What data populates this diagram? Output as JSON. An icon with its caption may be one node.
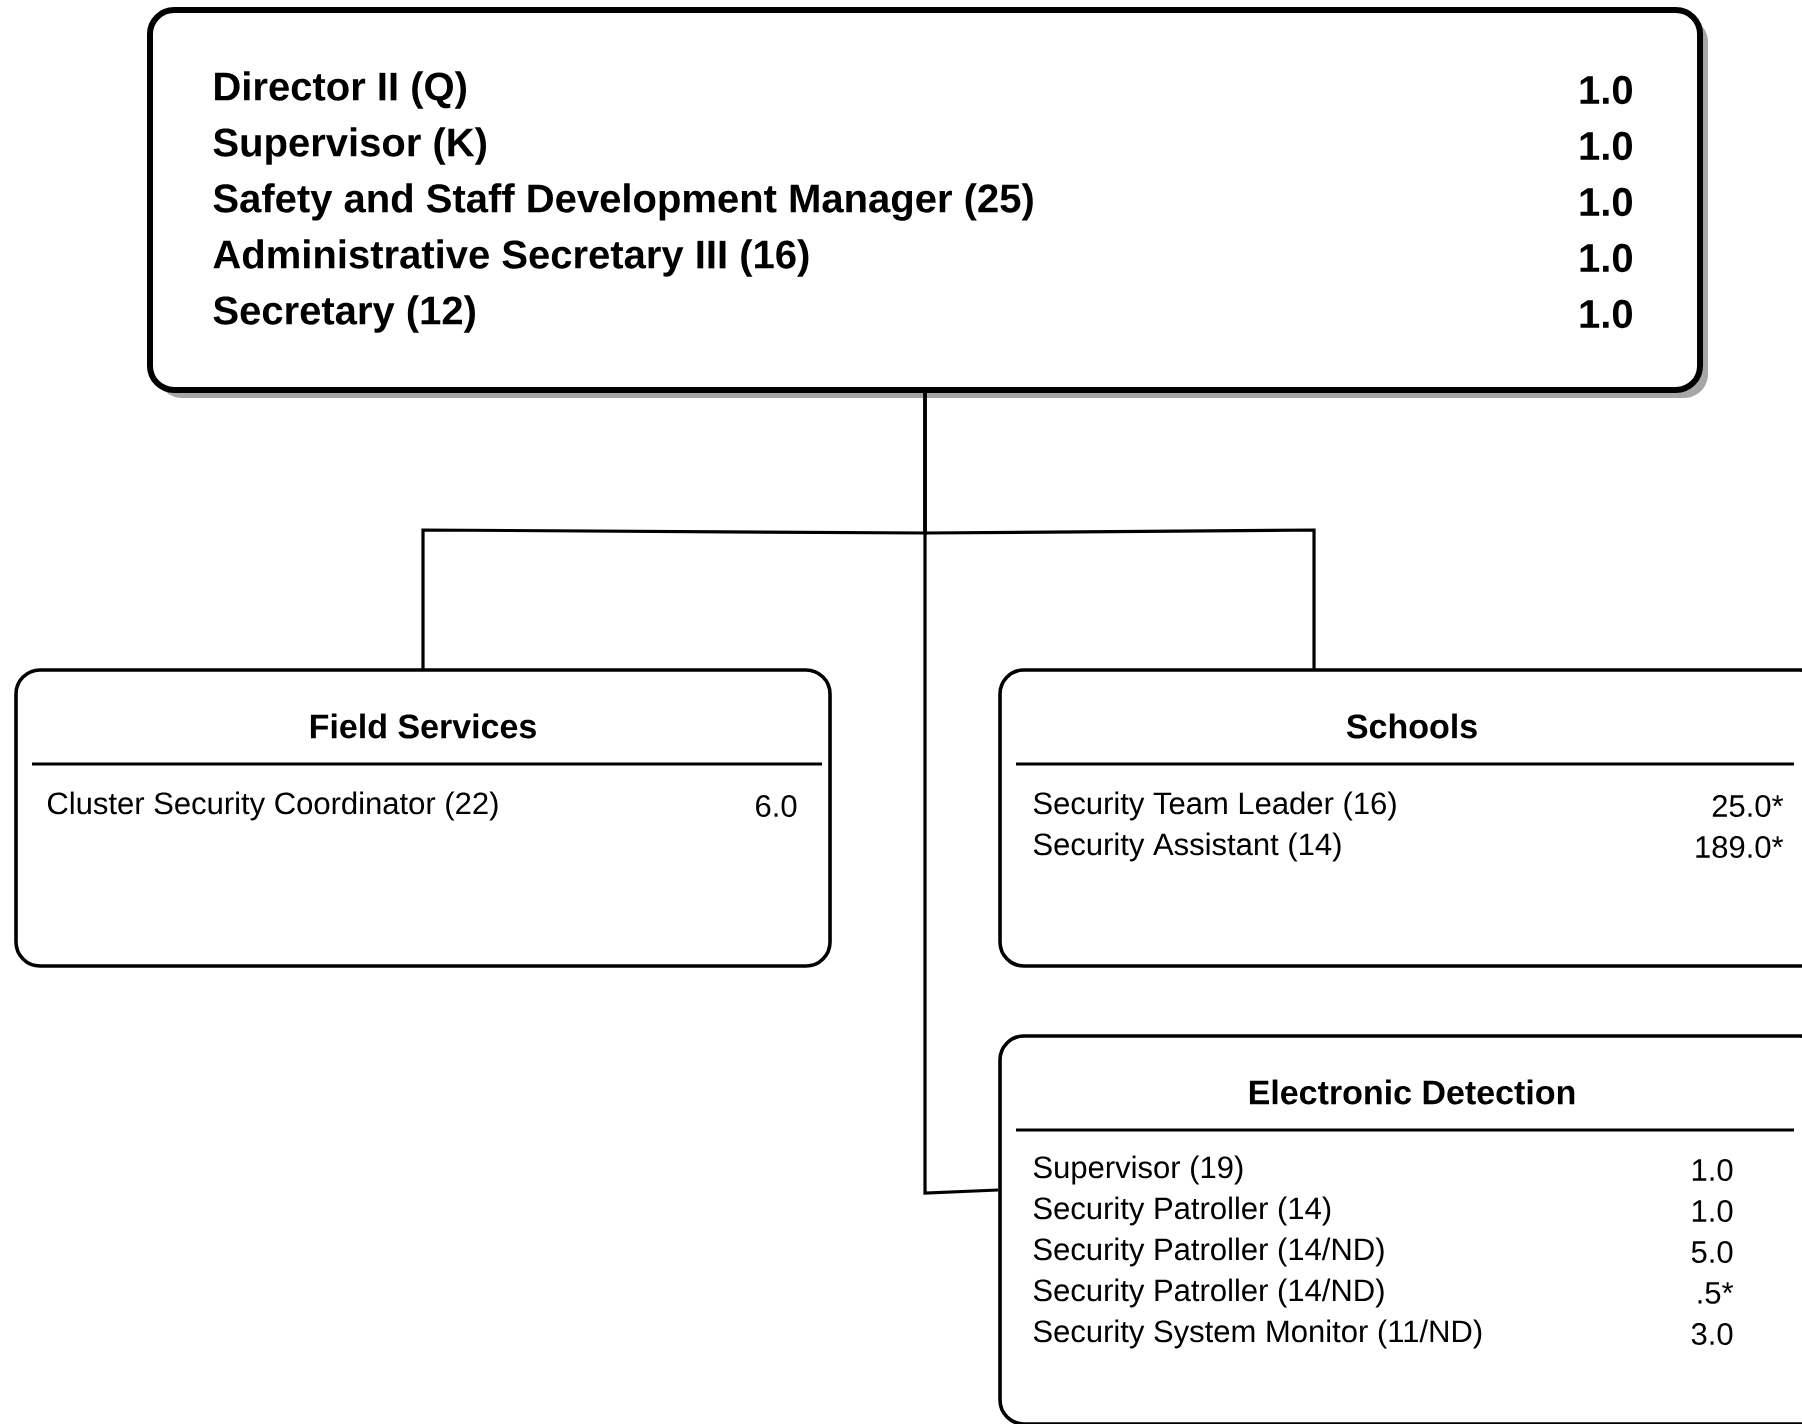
{
  "diagram": {
    "nodes": [
      {
        "text": [
          "Director II (Q)",
          "1.0",
          "Supervisor (K)",
          "1.0",
          "Safety and Staff Development Manager (25)",
          "1.0",
          "Administrative Secretary III (16)",
          "1.0",
          "Secretary (12)",
          "1.0"
        ]
      },
      {
        "text": [
          "Field Services",
          "Cluster Security Coordinator (22)",
          "6.0"
        ]
      },
      {
        "text": [
          "Schools",
          "Security Team Leader (16)",
          "25.0*",
          "Security Assistant (14)",
          "189.0*"
        ]
      },
      {
        "text": [
          "Electronic Detection",
          "Supervisor (19)",
          "1.0",
          "Security Patroller (14)",
          "1.0",
          "Security Patroller (14/ND)",
          "5.0",
          "Security Patroller (14/ND)",
          ".5*",
          "Security System Monitor (11/ND)",
          "3.0"
        ]
      }
    ],
    "edges": [
      {
        "from": 0,
        "to": 1,
        "arrow": "none"
      },
      {
        "from": 0,
        "to": 2,
        "arrow": "none"
      },
      {
        "from": 0,
        "to": 3,
        "arrow": "none"
      }
    ]
  }
}
